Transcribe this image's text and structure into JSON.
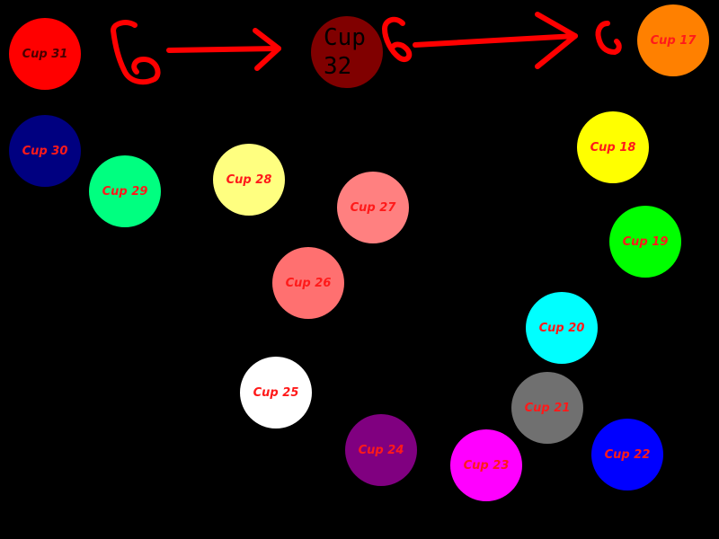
{
  "cups": {
    "c31": {
      "label": "Cup 31",
      "color": "#ff0000"
    },
    "c32": {
      "label": "Cup 32",
      "color": "#800000"
    },
    "c17": {
      "label": "Cup 17",
      "color": "#ff8000"
    },
    "c30": {
      "label": "Cup 30",
      "color": "#000080"
    },
    "c29": {
      "label": "Cup 29",
      "color": "#00ff80"
    },
    "c28": {
      "label": "Cup 28",
      "color": "#ffff80"
    },
    "c27": {
      "label": "Cup 27",
      "color": "#ff8080"
    },
    "c18": {
      "label": "Cup 18",
      "color": "#ffff00"
    },
    "c19": {
      "label": "Cup 19",
      "color": "#00ff00"
    },
    "c26": {
      "label": "Cup 26",
      "color": "#ff7070"
    },
    "c20": {
      "label": "Cup 20",
      "color": "#00ffff"
    },
    "c25": {
      "label": "Cup 25",
      "color": "#ffffff"
    },
    "c21": {
      "label": "Cup 21",
      "color": "#707070"
    },
    "c24": {
      "label": "Cup 24",
      "color": "#800080"
    },
    "c23": {
      "label": "Cup 23",
      "color": "#ff00ff"
    },
    "c22": {
      "label": "Cup 22",
      "color": "#0000ff"
    }
  },
  "scribble_color": "#ff0000"
}
